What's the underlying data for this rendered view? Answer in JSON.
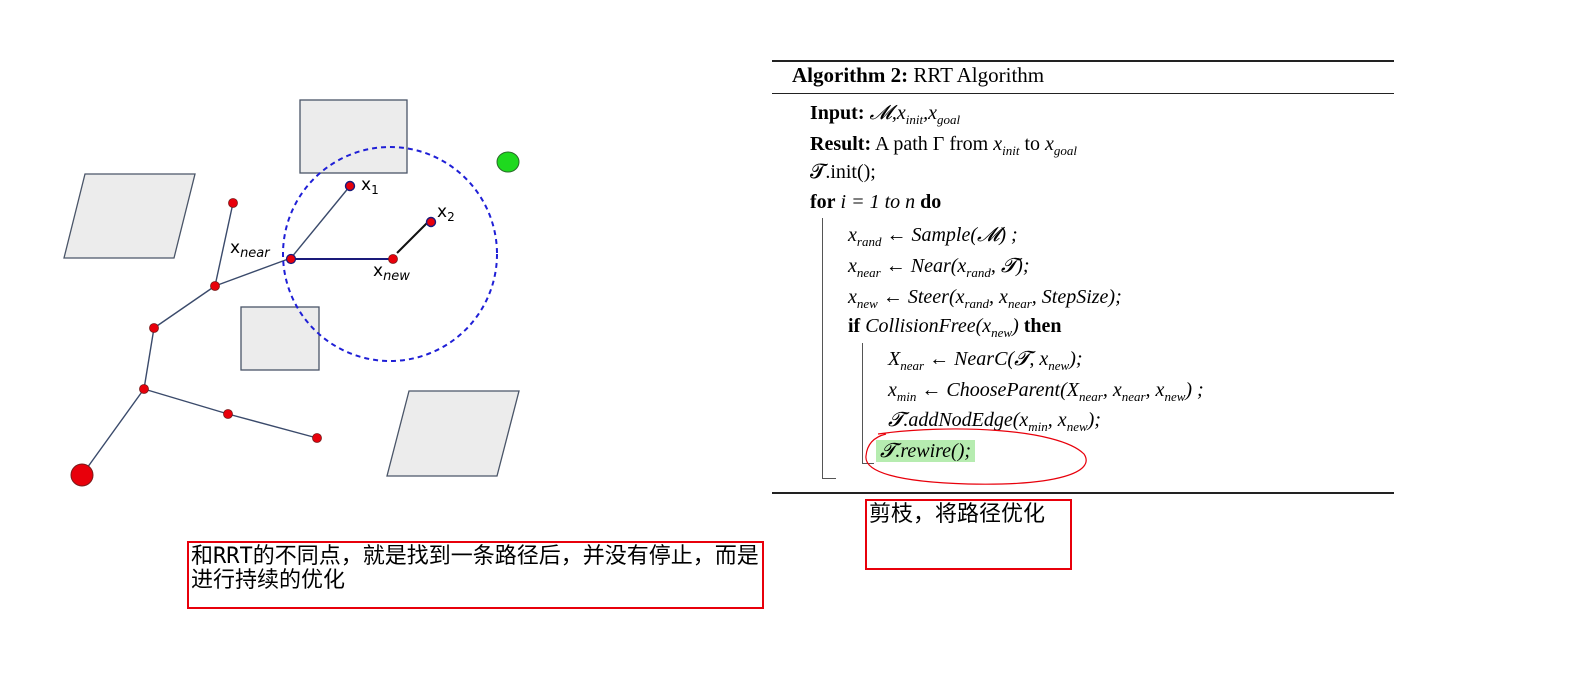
{
  "diagram": {
    "labels": {
      "x_near": "x",
      "x_near_sub": "near",
      "x_new": "x",
      "x_new_sub": "new",
      "x1": "x",
      "x1_sub": "1",
      "x2": "x",
      "x2_sub": "2"
    },
    "colors": {
      "obstacle_fill": "#ececec",
      "obstacle_stroke": "#4a5568",
      "tree_edge": "#3a4a6b",
      "node": "#e8000b",
      "circle": "#1f1fd6",
      "goal": "#1ed91e"
    }
  },
  "algorithm": {
    "title_bold": "Algorithm 2:",
    "title_rest": " RRT Algorithm",
    "input_kw": "Input:",
    "input_val": " 𝓜,x",
    "result_kw": "Result:",
    "result_val": " A path Γ from ",
    "result_from": "x",
    "result_to_word": " to ",
    "result_to": "x",
    "init": "𝓣.init();",
    "for_kw": "for",
    "for_expr": " i = 1 ",
    "for_to": "to n",
    "for_do": " do",
    "l_sample": "x",
    "l_sample_rest": " ← Sample(𝓜) ;",
    "l_near": "x",
    "l_near_rest": " ← Near(x",
    "l_new": "x",
    "l_new_rest": " ← Steer(x",
    "if_kw": "if",
    "if_expr": " CollisionFree(x",
    "then_kw": " then",
    "l_nearc": "X",
    "l_nearc_rest": " ← NearC(𝓣, x",
    "l_min": "x",
    "l_min_rest": " ← ChooseParent(X",
    "l_add": "𝓣.addNodEdge(x",
    "l_rewire": "𝓣.rewire();"
  },
  "notes": {
    "left": "和RRT的不同点，就是找到一条路径后，并没有停止，而是进行持续的优化",
    "right": "剪枝，将路径优化"
  }
}
